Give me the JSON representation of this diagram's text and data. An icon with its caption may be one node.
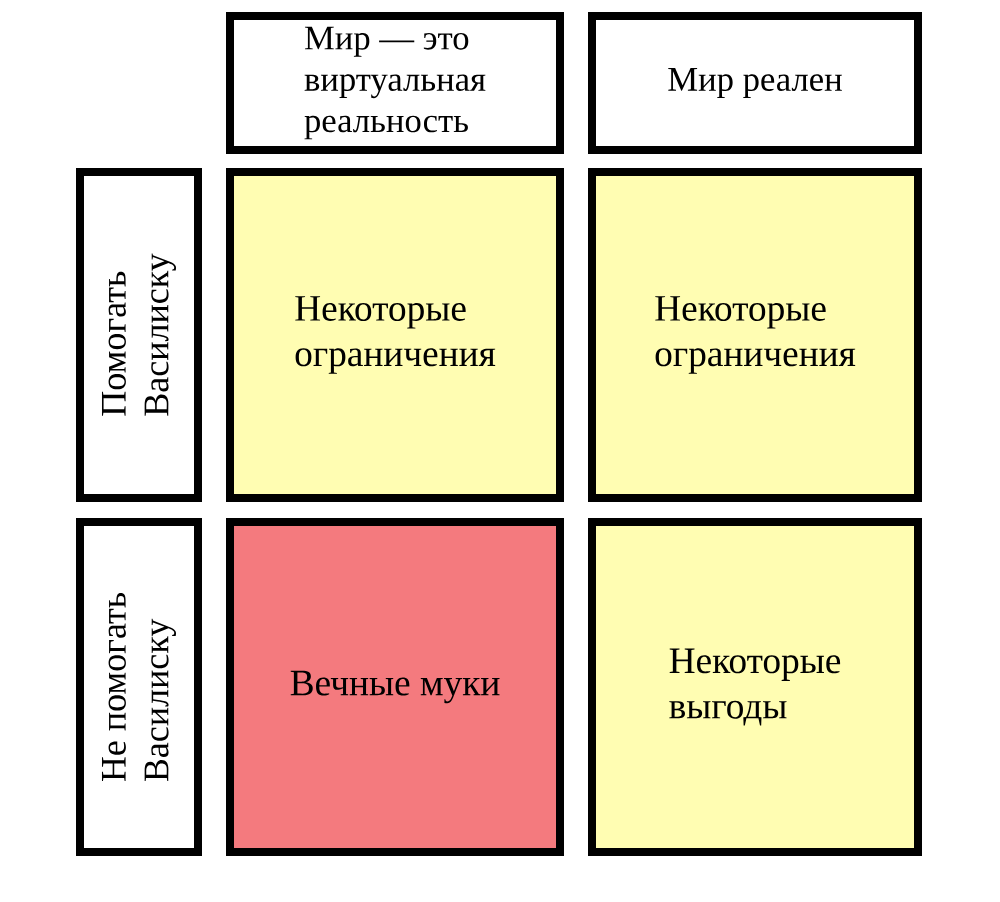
{
  "diagram": {
    "nodes": [
      {
        "text": [
          "Мир — это виртуальная реальность"
        ]
      },
      {
        "text": [
          "Мир реален"
        ]
      },
      {
        "text": [
          "Помогать Василиску"
        ]
      },
      {
        "text": [
          "Некоторые ограничения"
        ]
      },
      {
        "text": [
          "Некоторые ограничения"
        ]
      },
      {
        "text": [
          "Не помогать Василиску"
        ]
      },
      {
        "text": [
          "Вечные муки"
        ]
      },
      {
        "text": [
          "Некоторые выгоды"
        ]
      }
    ]
  }
}
